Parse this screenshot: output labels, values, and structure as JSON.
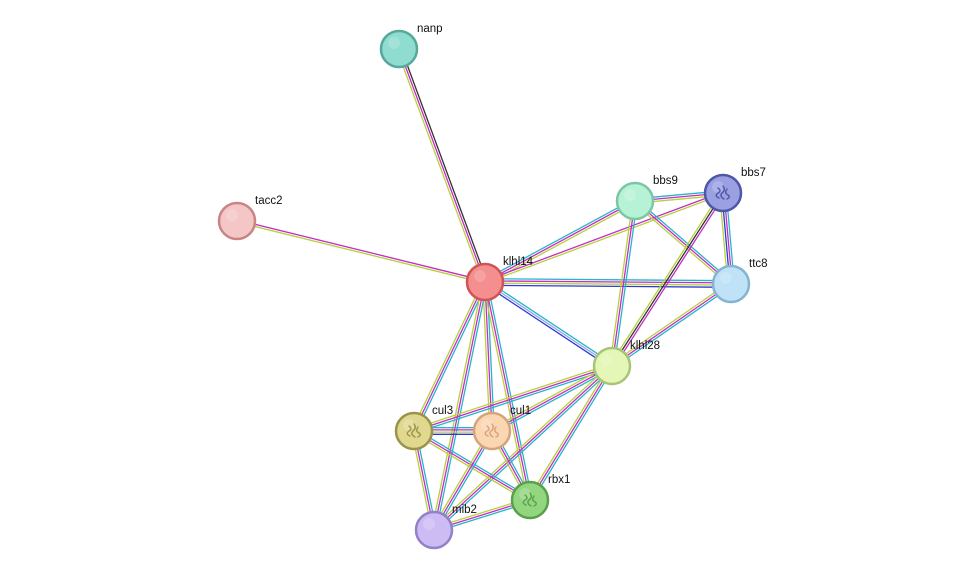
{
  "network": {
    "nodes": [
      {
        "id": "nanp",
        "label": "nanp",
        "fill": "#8fdcd0",
        "stroke": "#56a89c",
        "glyph": ""
      },
      {
        "id": "tacc2",
        "label": "tacc2",
        "fill": "#f5c6c6",
        "stroke": "#c98585",
        "glyph": ""
      },
      {
        "id": "klhl14",
        "label": "klhl14",
        "fill": "#f58e8e",
        "stroke": "#d05454",
        "glyph": ""
      },
      {
        "id": "bbs9",
        "label": "bbs9",
        "fill": "#b6f2d6",
        "stroke": "#7cc6a4",
        "glyph": ""
      },
      {
        "id": "bbs7",
        "label": "bbs7",
        "fill": "#9aa0e2",
        "stroke": "#4e56a8",
        "glyph": "protein-structure-icon"
      },
      {
        "id": "ttc8",
        "label": "ttc8",
        "fill": "#bfe2f6",
        "stroke": "#84b4d2",
        "glyph": ""
      },
      {
        "id": "klhl28",
        "label": "klhl28",
        "fill": "#e4f7b6",
        "stroke": "#a8c478",
        "glyph": ""
      },
      {
        "id": "cul3",
        "label": "cul3",
        "fill": "#dfd88e",
        "stroke": "#9a9448",
        "glyph": "protein-structure-icon"
      },
      {
        "id": "cul1",
        "label": "cul1",
        "fill": "#fbd6b2",
        "stroke": "#d6a47a",
        "glyph": "protein-structure-icon"
      },
      {
        "id": "rbx1",
        "label": "rbx1",
        "fill": "#92d680",
        "stroke": "#5aa04a",
        "glyph": "protein-structure-icon"
      },
      {
        "id": "mib2",
        "label": "mib2",
        "fill": "#cdbcf4",
        "stroke": "#9280c8",
        "glyph": ""
      }
    ],
    "edge_colors": {
      "known_database": "#26b6c9",
      "known_experimental": "#c42dc4",
      "predicted_neighborhood": "#2a9f2a",
      "predicted_gene_fusion": "#e02020",
      "predicted_cooccurrence": "#2a3ad4",
      "textmining": "#b6d13c",
      "coexpression": "#333333",
      "homology": "#9aa4e6"
    },
    "edges": [
      {
        "source": "klhl14",
        "target": "nanp",
        "types": [
          "textmining",
          "known_experimental",
          "coexpression"
        ]
      },
      {
        "source": "klhl14",
        "target": "tacc2",
        "types": [
          "textmining",
          "known_experimental"
        ]
      },
      {
        "source": "klhl14",
        "target": "bbs9",
        "types": [
          "known_database",
          "known_experimental",
          "textmining"
        ]
      },
      {
        "source": "klhl14",
        "target": "bbs7",
        "types": [
          "known_experimental",
          "textmining"
        ]
      },
      {
        "source": "klhl14",
        "target": "ttc8",
        "types": [
          "known_database",
          "known_experimental",
          "textmining",
          "predicted_cooccurrence"
        ]
      },
      {
        "source": "klhl14",
        "target": "klhl28",
        "types": [
          "known_database",
          "homology",
          "predicted_cooccurrence"
        ]
      },
      {
        "source": "klhl14",
        "target": "cul3",
        "types": [
          "known_database",
          "known_experimental",
          "textmining"
        ]
      },
      {
        "source": "klhl14",
        "target": "cul1",
        "types": [
          "known_database",
          "known_experimental",
          "textmining"
        ]
      },
      {
        "source": "klhl14",
        "target": "rbx1",
        "types": [
          "known_database",
          "known_experimental",
          "textmining"
        ]
      },
      {
        "source": "klhl14",
        "target": "mib2",
        "types": [
          "known_database",
          "known_experimental",
          "textmining"
        ]
      },
      {
        "source": "bbs9",
        "target": "bbs7",
        "types": [
          "known_database",
          "known_experimental",
          "textmining"
        ]
      },
      {
        "source": "bbs9",
        "target": "ttc8",
        "types": [
          "known_database",
          "known_experimental",
          "textmining"
        ]
      },
      {
        "source": "bbs9",
        "target": "klhl28",
        "types": [
          "known_database",
          "known_experimental",
          "textmining"
        ]
      },
      {
        "source": "bbs7",
        "target": "ttc8",
        "types": [
          "known_database",
          "known_experimental",
          "predicted_cooccurrence",
          "textmining"
        ]
      },
      {
        "source": "bbs7",
        "target": "klhl28",
        "types": [
          "known_experimental",
          "coexpression",
          "textmining"
        ]
      },
      {
        "source": "ttc8",
        "target": "klhl28",
        "types": [
          "known_database",
          "known_experimental",
          "textmining"
        ]
      },
      {
        "source": "klhl28",
        "target": "cul3",
        "types": [
          "known_database",
          "known_experimental",
          "textmining"
        ]
      },
      {
        "source": "klhl28",
        "target": "cul1",
        "types": [
          "known_database",
          "known_experimental",
          "textmining"
        ]
      },
      {
        "source": "klhl28",
        "target": "rbx1",
        "types": [
          "known_database",
          "known_experimental",
          "textmining"
        ]
      },
      {
        "source": "klhl28",
        "target": "mib2",
        "types": [
          "known_database",
          "known_experimental",
          "textmining"
        ]
      },
      {
        "source": "cul3",
        "target": "cul1",
        "types": [
          "known_database",
          "known_experimental",
          "textmining",
          "predicted_cooccurrence"
        ]
      },
      {
        "source": "cul3",
        "target": "rbx1",
        "types": [
          "known_database",
          "known_experimental",
          "textmining"
        ]
      },
      {
        "source": "cul3",
        "target": "mib2",
        "types": [
          "known_database",
          "known_experimental",
          "textmining"
        ]
      },
      {
        "source": "cul1",
        "target": "rbx1",
        "types": [
          "known_database",
          "known_experimental",
          "textmining"
        ]
      },
      {
        "source": "cul1",
        "target": "mib2",
        "types": [
          "known_database",
          "known_experimental",
          "textmining"
        ]
      },
      {
        "source": "rbx1",
        "target": "mib2",
        "types": [
          "known_database",
          "known_experimental",
          "textmining"
        ]
      }
    ]
  }
}
